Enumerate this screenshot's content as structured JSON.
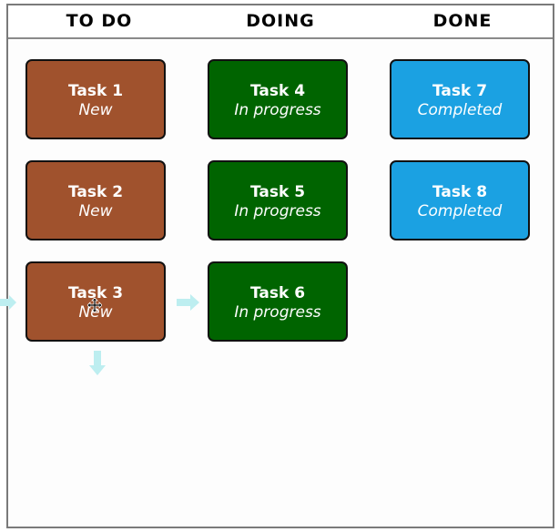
{
  "columns": [
    {
      "title": "TO DO"
    },
    {
      "title": "DOING"
    },
    {
      "title": "DONE"
    }
  ],
  "cards": [
    {
      "title": "Task 1",
      "status": "New",
      "color": "#a0522d"
    },
    {
      "title": "Task 2",
      "status": "New",
      "color": "#a0522d"
    },
    {
      "title": "Task 3",
      "status": "New",
      "color": "#a0522d"
    },
    {
      "title": "Task 4",
      "status": "In progress",
      "color": "#006400"
    },
    {
      "title": "Task 5",
      "status": "In progress",
      "color": "#006400"
    },
    {
      "title": "Task 6",
      "status": "In progress",
      "color": "#006400"
    },
    {
      "title": "Task 7",
      "status": "Completed",
      "color": "#1ba1e2"
    },
    {
      "title": "Task 8",
      "status": "Completed",
      "color": "#1ba1e2"
    }
  ],
  "icons": {
    "arrow_color": "#bdeef0",
    "hover_arrows": [
      "arrow-left-icon",
      "arrow-right-icon",
      "arrow-down-icon"
    ],
    "cursor": "move-cursor-icon"
  }
}
